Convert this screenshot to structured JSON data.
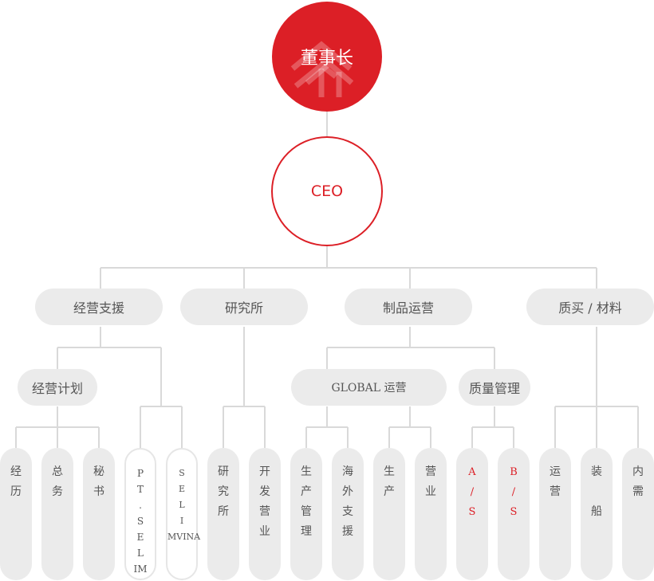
{
  "chairman": "董事长",
  "ceo": "CEO",
  "divisions": {
    "mgmt_support": "经营支援",
    "research": "研究所",
    "product_ops": "制品运营",
    "purchasing": "质买 / 材料"
  },
  "subgroups": {
    "mgmt_plan": "经营计划",
    "global_ops": "GLOBAL 运营",
    "quality": "质量管理"
  },
  "units": {
    "history": "经\n历",
    "general": "总\n务",
    "secretary": "秘\n书",
    "pt_selim": "P\nT\n.\nS\nE\nL\nIM",
    "selim_vina": "S\nE\nL\nI\nMVINA",
    "research_lab": "研\n究\n所",
    "dev_sales": "开\n发\n营\n业",
    "prod_mgmt": "生\n产\n管\n理",
    "overseas_support": "海\n外\n支\n援",
    "production": "生\n产",
    "sales": "营\n业",
    "as": "A\n/\nS",
    "bs": "B\n/\nS",
    "operation": "运\n营",
    "shipping": "装\n\n船",
    "domestic": "内\n需"
  },
  "colors": {
    "accent": "#dc1f26",
    "box": "#ebebeb",
    "line": "#d9d9d9",
    "text": "#555555"
  }
}
